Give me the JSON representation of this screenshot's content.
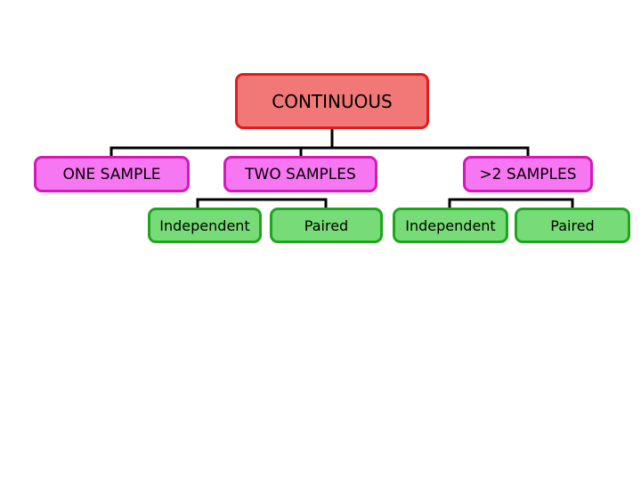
{
  "root": {
    "label": "CONTINUOUS"
  },
  "branches": [
    {
      "label": "ONE SAMPLE"
    },
    {
      "label": "TWO SAMPLES"
    },
    {
      "label": ">2 SAMPLES"
    }
  ],
  "leaves": [
    {
      "label": "Independent"
    },
    {
      "label": "Paired"
    },
    {
      "label": "Independent"
    },
    {
      "label": "Paired"
    }
  ],
  "colors": {
    "root_fill": "#f27777",
    "root_border": "#e21c1c",
    "branch_fill": "#f777f2",
    "branch_border": "#d21ab8",
    "leaf_fill": "#77db77",
    "leaf_border": "#1da61d",
    "connector": "#000000"
  }
}
